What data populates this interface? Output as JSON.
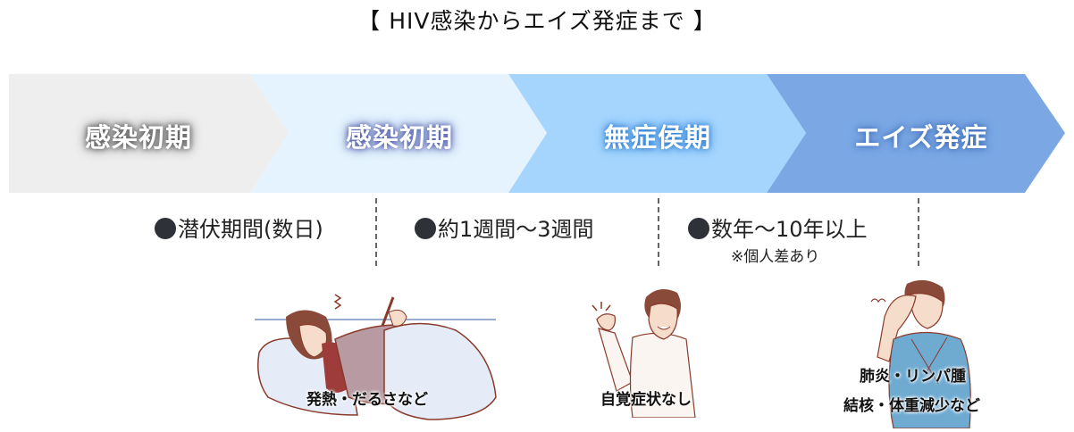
{
  "title": "【 HIV感染からエイズ発症まで 】",
  "colors": {
    "stage1": "#eeeeee",
    "stage2": "#e4f3fd",
    "stage3": "#a5d5fd",
    "stage4": "#7ba8e4",
    "glow1": "#555555",
    "glow2": "#4a57a6",
    "glow3": "#3a86d6",
    "glow4": "#4a78c4",
    "bullet": "#2e3137"
  },
  "stages": [
    {
      "label": "感染初期"
    },
    {
      "label": "感染初期"
    },
    {
      "label": "無症侯期"
    },
    {
      "label": "エイズ発症"
    }
  ],
  "durations": [
    {
      "bullet": "●",
      "text": "潜伏期間(数日)"
    },
    {
      "bullet": "●",
      "text": "約1週間〜3週間"
    },
    {
      "bullet": "●",
      "text": "数年〜10年以上",
      "note": "※個人差あり"
    }
  ],
  "illustrations": [
    {
      "icon": "sick-in-bed-illustration",
      "caption": "発熱・だるさなど"
    },
    {
      "icon": "healthy-man-fist-pump-illustration",
      "caption": "自覚症状なし"
    },
    {
      "icon": "ill-man-holding-head-illustration",
      "caption_lines": [
        "肺炎・リンパ腫",
        "結核・体重減少など"
      ]
    }
  ]
}
